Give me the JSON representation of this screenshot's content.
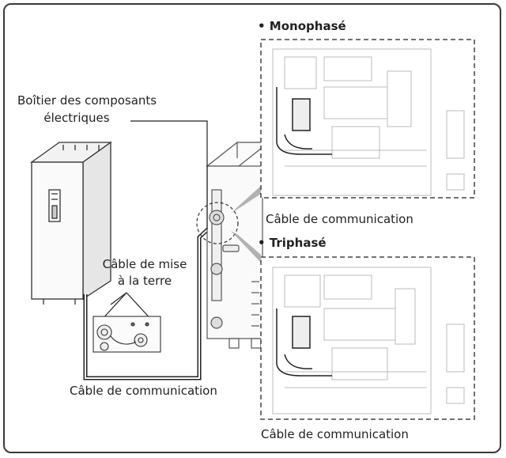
{
  "labels": {
    "single_phase": "• Monophasé",
    "three_phase": "• Triphasé",
    "box_line1": "Boîtier des composants",
    "box_line2": "électriques",
    "ground_line1": "Câble de mise",
    "ground_line2": "à la terre",
    "comm_top": "Câble de communication",
    "comm_bottom": "Câble de communication",
    "comm_main": "Câble de communication"
  }
}
